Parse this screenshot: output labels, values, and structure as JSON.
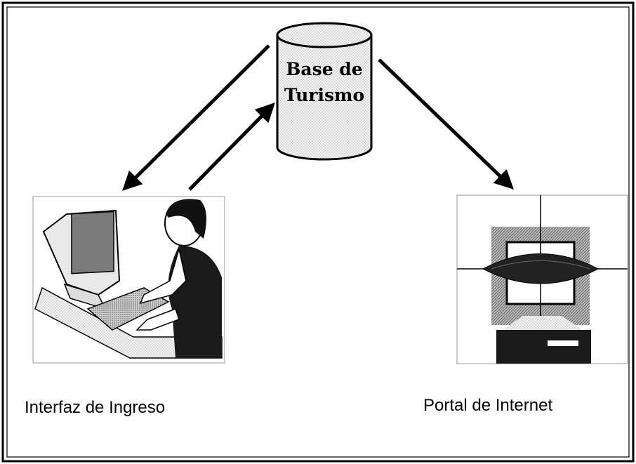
{
  "diagram": {
    "database": {
      "label_line1": "Base de",
      "label_line2": "Turismo",
      "icon": "database-cylinder-icon"
    },
    "input_interface": {
      "caption": "Interfaz de Ingreso",
      "icon": "person-at-computer-icon"
    },
    "internet_portal": {
      "caption": "Portal de Internet",
      "icon": "globe-portal-icon"
    }
  }
}
